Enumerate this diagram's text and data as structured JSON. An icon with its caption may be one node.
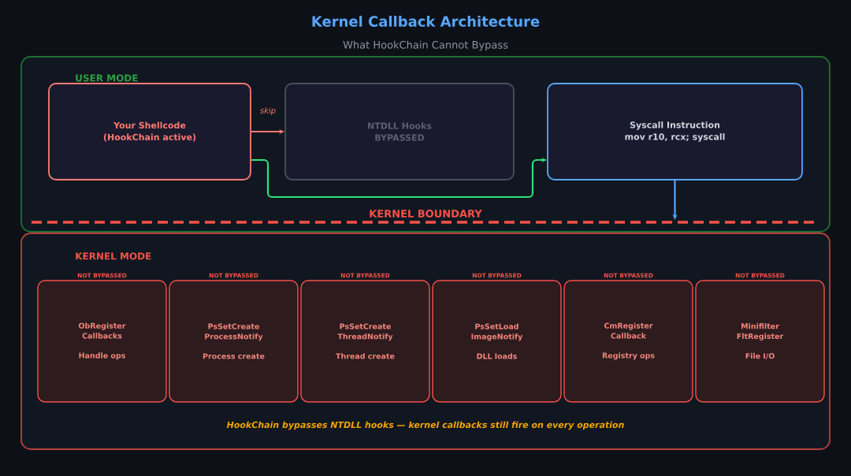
{
  "diagram": {
    "title": "Kernel Callback Architecture",
    "nodes": [
      {
        "text": [
          "USER MODE"
        ]
      },
      {
        "text": [
          "Your Shellcode",
          "(HookChain active)"
        ],
        "in": 0
      },
      {
        "text": [
          "NTDLL Hooks",
          "BYPASSED"
        ],
        "in": 0
      },
      {
        "text": [
          "Syscall Instruction",
          "mov r10, rcx; syscall"
        ],
        "in": 0
      },
      {
        "text": [
          "KERNEL MODE"
        ]
      },
      {
        "text": [
          "ObRegister Callbacks",
          "Handle ops"
        ],
        "in": 4,
        "beside": [
          "NOT BYPASSED"
        ]
      },
      {
        "text": [
          "PsSetCreate ProcessNotify",
          "Process create"
        ],
        "in": 4,
        "beside": [
          "NOT BYPASSED"
        ]
      },
      {
        "text": [
          "PsSetCreate ThreadNotify",
          "Thread create"
        ],
        "in": 4,
        "beside": [
          "NOT BYPASSED"
        ]
      },
      {
        "text": [
          "PsSetLoad ImageNotify",
          "DLL loads"
        ],
        "in": 4,
        "beside": [
          "NOT BYPASSED"
        ]
      },
      {
        "text": [
          "CmRegister Callback",
          "Registry ops"
        ],
        "in": 4,
        "beside": [
          "NOT BYPASSED"
        ]
      },
      {
        "text": [
          "Minifilter FltRegister",
          "File I/O"
        ],
        "in": 4,
        "beside": [
          "NOT BYPASSED"
        ]
      }
    ],
    "edges": [
      {
        "from": 1,
        "to": 2,
        "arrow": "to",
        "label": "skip",
        "color": "#ff7b72"
      },
      {
        "from": 1,
        "to": 3,
        "arrow": "to",
        "color": "#2ee27a"
      },
      {
        "from": 3,
        "to": null,
        "arrow": "to",
        "color": "#58a6ff"
      }
    ],
    "labels": [
      "What HookChain Cannot Bypass",
      "KERNEL BOUNDARY",
      "HookChain bypasses NTDLL hooks — kernel callbacks still fire on every operation"
    ]
  }
}
